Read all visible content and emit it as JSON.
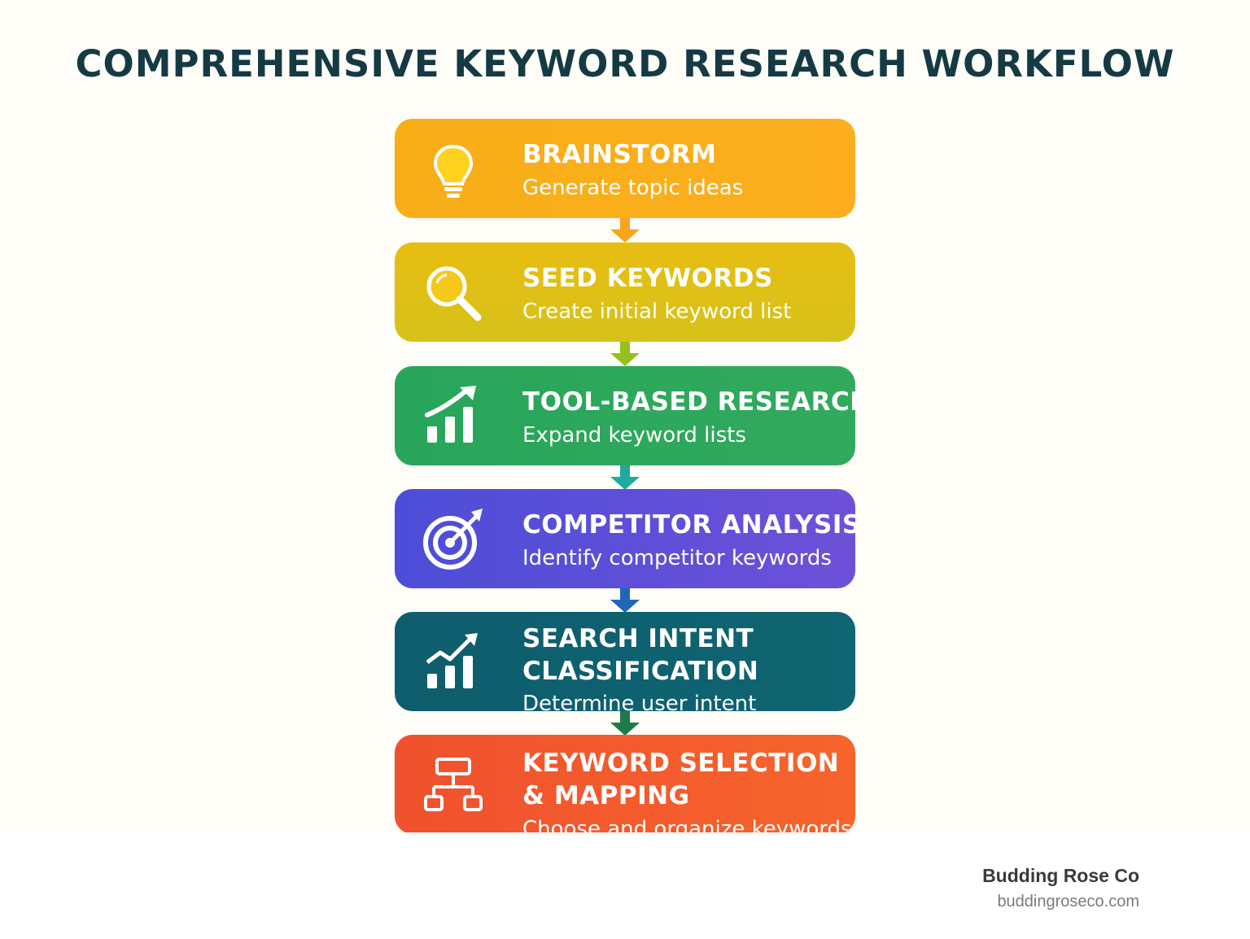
{
  "title": "COMPREHENSIVE KEYWORD RESEARCH WORKFLOW",
  "steps": [
    {
      "label": "BRAINSTORM",
      "description": "Generate topic ideas",
      "icon": "lightbulb-icon",
      "color_from": "#f7b11a",
      "color_to": "#fbae1c"
    },
    {
      "label": "SEED KEYWORDS",
      "description": "Create initial keyword list",
      "icon": "magnifier-icon",
      "color_from": "#e6bf12",
      "color_to": "#d9c416"
    },
    {
      "label": "TOOL-BASED RESEARCH",
      "description": "Expand keyword lists",
      "icon": "growth-chart-icon",
      "color_from": "#2aa65a",
      "color_to": "#2faa5d"
    },
    {
      "label": "COMPETITOR ANALYSIS",
      "description": "Identify competitor keywords",
      "icon": "target-icon",
      "color_from": "#4f4fd8",
      "color_to": "#6b4fd6"
    },
    {
      "label_line1": "SEARCH INTENT",
      "label_line2": "CLASSIFICATION",
      "description": "Determine user intent",
      "icon": "trend-chart-icon",
      "color_from": "#0f5f6e",
      "color_to": "#0e6470"
    },
    {
      "label_line1": "KEYWORD SELECTION",
      "label_line2": "& MAPPING",
      "description": "Choose and organize keywords",
      "icon": "hierarchy-icon",
      "color_from": "#f1532e",
      "color_to": "#f6622c"
    }
  ],
  "arrow_colors": [
    "#f7a51d",
    "#93c21c",
    "#1fa9a0",
    "#1f67b8",
    "#1f7a4a"
  ],
  "footer": {
    "brand": "Budding Rose Co",
    "url": "buddingroseco.com"
  }
}
